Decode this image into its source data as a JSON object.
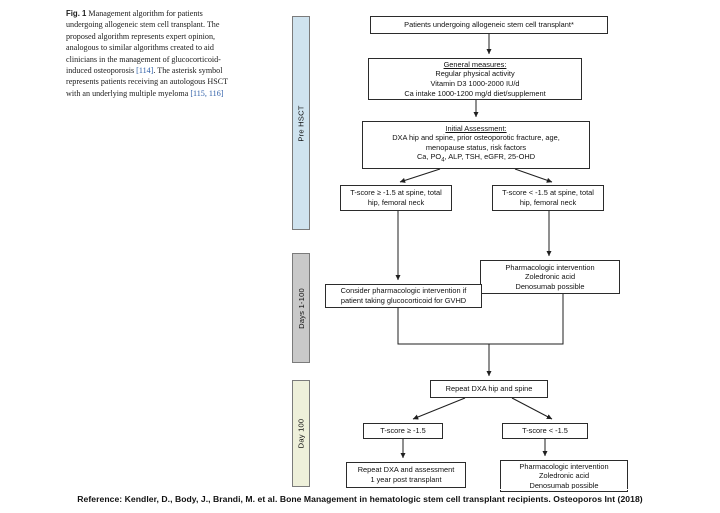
{
  "caption": {
    "lead": "Fig. 1",
    "text": "Management algorithm for patients undergoing allogeneic stem cell transplant. The proposed algorithm represents expert opinion, analogous to similar algorithms created to aid clinicians in the management of glucocorticoid-induced osteoporosis [114]. The asterisk symbol represents patients receiving an autologous HSCT with an underlying multiple myeloma [115, 116]",
    "segment_1": "Management algorithm for patients undergoing allogeneic stem cell transplant. The proposed algorithm represents expert opinion, analogous to similar algorithms created to aid clinicians in the management of glucocorticoid-induced osteoporosis ",
    "ref_1": "[114]",
    "segment_2": ". The asterisk symbol represents patients receiving an autologous HSCT with an underlying multiple myeloma ",
    "ref_2": "[115, 116]"
  },
  "phases": [
    {
      "id": "pre-hsct",
      "label": "Pre HSCT",
      "color": "#cfe3ef"
    },
    {
      "id": "days-1-100",
      "label": "Days 1-100",
      "color": "#c9c9c9"
    },
    {
      "id": "day-100",
      "label": "Day 100",
      "color": "#eef0da"
    }
  ],
  "nodes": {
    "top": {
      "line1": "Patients undergoing allogeneic stem cell transplant*"
    },
    "general": {
      "header": "General measures:",
      "line1": "Regular physical activity",
      "line2": "Vitamin D3 1000-2000 IU/d",
      "line3": "Ca intake 1000-1200 mg/d diet/supplement"
    },
    "initial": {
      "header": "Initial Assessment:",
      "line1": "DXA hip and spine, prior osteoporotic fracture, age,",
      "line2": "menopause status, risk factors",
      "line3_a": "Ca, PO",
      "line3_sub": "4",
      "line3_b": ", ALP, TSH, eGFR, 25-OHD"
    },
    "tscore_left": {
      "line1": "T-score ≥ -1.5 at spine, total",
      "line2": "hip, femoral neck"
    },
    "tscore_right": {
      "line1": "T-score < -1.5 at spine, total",
      "line2": "hip, femoral neck"
    },
    "pharm_upper": {
      "line1": "Pharmacologic intervention",
      "line2": "Zoledronic acid",
      "line3": "Denosumab possible"
    },
    "consider": {
      "line1": "Consider pharmacologic intervention if",
      "line2": "patient taking glucocorticoid for GVHD"
    },
    "repeat_dxa": {
      "line1": "Repeat DXA hip and spine"
    },
    "tscore_left2": {
      "line1": "T-score ≥ -1.5"
    },
    "tscore_right2": {
      "line1": "T-score < -1.5"
    },
    "final_left": {
      "line1": "Repeat DXA and assessment",
      "line2": "1 year post transplant"
    },
    "final_right": {
      "line1": "Pharmacologic intervention",
      "line2": "Zoledronic acid",
      "line3": "Denosumab possible"
    }
  },
  "source": "Reference: Kendler, D., Body, J., Brandi, M. et al. Bone Management in hematologic stem cell transplant recipients. Osteoporos Int (2018)",
  "colors": {
    "box_border": "#2b2b2b",
    "arrow": "#1f1f1f",
    "page_background": "#ffffff",
    "caption_reference": "#2f5fa8"
  }
}
